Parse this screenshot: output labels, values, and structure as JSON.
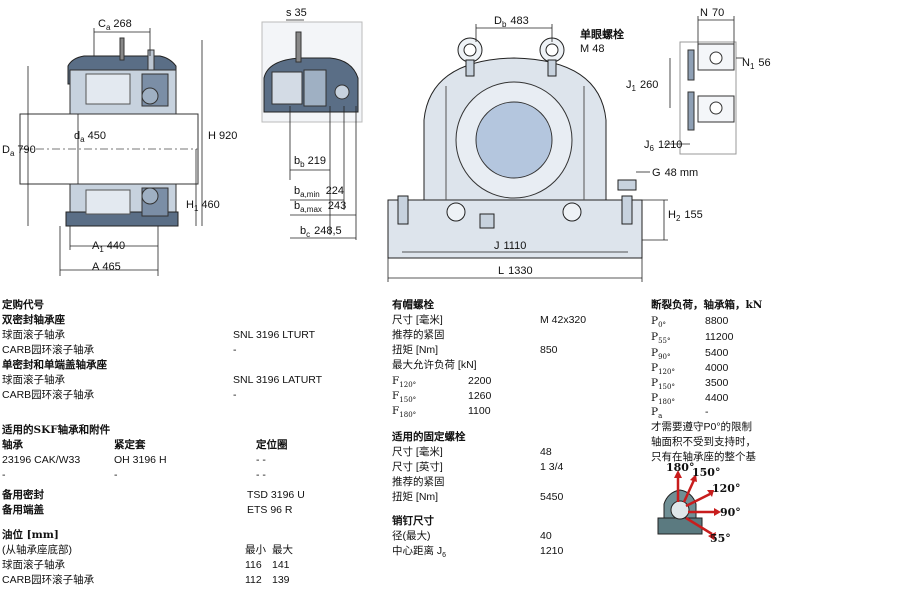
{
  "drawings": {
    "left": {
      "ca": "C",
      "ca_sub": "a",
      "ca_val": "268",
      "da": "D",
      "da_sub": "a",
      "da_val": "790",
      "da_in": "d",
      "da_in_sub": "a",
      "da_in_val": "450",
      "h": "H",
      "h_val": "920",
      "h1": "H",
      "h1_sub": "1",
      "h1_val": "460",
      "a1": "A",
      "a1_sub": "1",
      "a1_val": "440",
      "a": "A",
      "a_val": "465"
    },
    "middle": {
      "s": "s",
      "s_val": "35",
      "bb": "b",
      "bb_sub": "b",
      "bb_val": "219",
      "bamin": "b",
      "bamin_sub": "a,min",
      "bamin_val": "224",
      "bamax": "b",
      "bamax_sub": "a,max",
      "bamax_val": "243",
      "bc": "b",
      "bc_sub": "c",
      "bc_val": "248,5"
    },
    "front": {
      "db": "D",
      "db_sub": "b",
      "db_val": "483",
      "bolt_title": "单眼螺栓",
      "bolt_size": "M 48",
      "g": "G",
      "g_val": "48 mm",
      "h2": "H",
      "h2_sub": "2",
      "h2_val": "155",
      "j": "J",
      "j_val": "1110",
      "l": "L",
      "l_val": "1330"
    },
    "side": {
      "n": "N",
      "n_val": "70",
      "n1": "N",
      "n1_sub": "1",
      "n1_val": "56",
      "j1": "J",
      "j1_sub": "1",
      "j1_val": "260",
      "j6": "J",
      "j6_sub": "6",
      "j6_val": "1210"
    }
  },
  "col1": {
    "title": "定购代号",
    "seal_double": "双密封轴承座",
    "r1_label": "球面滚子轴承",
    "r1_val": "SNL 3196 LTURT",
    "r2_label": "CARB园环滚子轴承",
    "r2_val": "-",
    "seal_single": "单密封和单端盖轴承座",
    "r3_label": "球面滚子轴承",
    "r3_val": "SNL 3196 LATURT",
    "r4_label": "CARB园环滚子轴承",
    "r4_val": "-",
    "skf_title": "适用的SKF轴承和附件",
    "th_bearing": "轴承",
    "th_sleeve": "紧定套",
    "th_ring": "定位圈",
    "tr1": [
      "23196 CAK/W33",
      "OH 3196 H",
      "- -"
    ],
    "tr2": [
      "-",
      "-",
      "- -"
    ],
    "spare_seal_label": "备用密封",
    "spare_seal_val": "TSD 3196 U",
    "spare_cap_label": "备用端盖",
    "spare_cap_val": "ETS 96 R",
    "oil_title": "油位 [mm]",
    "oil_sub": "(从轴承座底部)",
    "oil_min": "最小",
    "oil_max": "最大",
    "o1_label": "球面滚子轴承",
    "o1_min": "116",
    "o1_max": "141",
    "o2_label": "CARB园环滚子轴承",
    "o2_min": "112",
    "o2_max": "139"
  },
  "col2": {
    "cap_title": "有帽螺栓",
    "size_label": "尺寸 [毫米]",
    "size_val": "M 42x320",
    "torque_rec": "推荐的紧固",
    "torque_label": "扭矩 [Nm]",
    "torque_val": "850",
    "max_load": "最大允许负荷 [kN]",
    "f120": "F",
    "f120_sub": "120°",
    "f120_val": "2200",
    "f150": "F",
    "f150_sub": "150°",
    "f150_val": "1260",
    "f180": "F",
    "f180_sub": "180°",
    "f180_val": "1100",
    "fix_title": "适用的固定螺栓",
    "fsize_mm_label": "尺寸 [毫米]",
    "fsize_mm_val": "48",
    "fsize_in_label": "尺寸 [英寸]",
    "fsize_in_val": "1 3/4",
    "ftorque_rec": "推荐的紧固",
    "ftorque_label": "扭矩 [Nm]",
    "ftorque_val": "5450",
    "pin_title": "销钉尺寸",
    "pin_d_label": "径(最大)",
    "pin_d_val": "40",
    "pin_c_label": "中心距离 J",
    "pin_c_sub": "6",
    "pin_c_val": "1210"
  },
  "col3": {
    "title": "断裂负荷，轴承箱，kN",
    "p0": "P",
    "p0_sub": "0°",
    "p0_val": "8800",
    "p55": "P",
    "p55_sub": "55°",
    "p55_val": "11200",
    "p90": "P",
    "p90_sub": "90°",
    "p90_val": "5400",
    "p120": "P",
    "p120_sub": "120°",
    "p120_val": "4000",
    "p150": "P",
    "p150_sub": "150°",
    "p150_val": "3500",
    "p180": "P",
    "p180_sub": "180°",
    "p180_val": "4400",
    "pa": "P",
    "pa_sub": "a",
    "pa_val": "-",
    "note1": "才需要遵守P0°的限制",
    "note2": "轴面积不受到支持时，",
    "note3": "只有在轴承座的整个基",
    "ang180": "180°",
    "ang150": "150°",
    "ang120": "120°",
    "ang90": "90°",
    "ang55": "55°"
  }
}
